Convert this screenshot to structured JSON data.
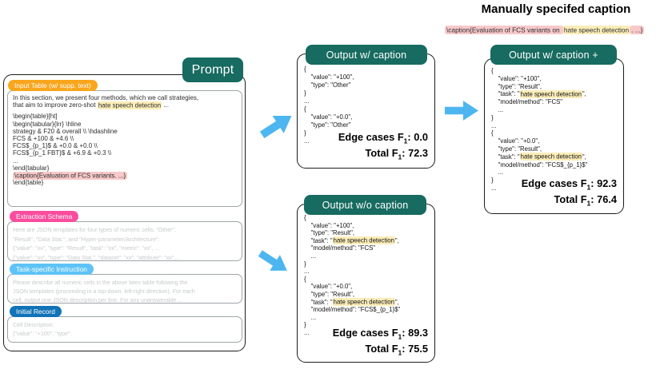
{
  "colors": {
    "teal_header": "#176B60",
    "orange_label": "#F9A61D",
    "magenta_label": "#FA4D9E",
    "sky_label": "#5EC3F6",
    "blue_label": "#1173B7",
    "arrow_blue": "#4DB6F0",
    "highlight_yellow": "#FBEDB9",
    "highlight_pink": "#F7C9CA",
    "placeholder_gray": "#C7CBCD"
  },
  "f1_sub": "1",
  "manual": {
    "heading": "Manually specifed caption",
    "caption_line": [
      [
        [
          "\\caption{Evaluation of FCS variants on ",
          "p"
        ],
        [
          "hate speech detection",
          "y"
        ],
        [
          ". ...}",
          "p"
        ]
      ]
    ]
  },
  "prompt": {
    "tab": "Prompt",
    "input_table": {
      "label": "Input Table (w/ supp. text)",
      "intro_lines": [
        [
          [
            "In this section, we present four methods, which we call strategies,",
            ""
          ]
        ],
        [
          [
            "that aim to improve zero-shot ",
            ""
          ],
          [
            "hate speech detection",
            "y"
          ],
          [
            " ...",
            ""
          ]
        ]
      ],
      "latex_lines": [
        [
          [
            "\\begin{table}[ht]",
            ""
          ]
        ],
        [
          [
            "\\begin{tabular}{lrr} \\hline",
            ""
          ]
        ],
        [
          [
            "strategy & F20 & overall \\\\ \\hdashline",
            ""
          ]
        ],
        [
          [
            "FCS & +100 & +4.6 \\\\",
            ""
          ]
        ],
        [
          [
            "FCS$_{p_1}$ & +0.0 & +0.0 \\\\",
            ""
          ]
        ],
        [
          [
            "FCS$_{p_1 FBT}$ & +6.9 & +0.3 \\\\",
            ""
          ]
        ],
        [
          [
            "...",
            ""
          ]
        ],
        [
          [
            "\\end{tabular}",
            ""
          ]
        ],
        [
          [
            "\\caption{Evaluation of FCS variants. ...}",
            "p"
          ]
        ],
        [
          [
            "\\end{table}",
            ""
          ]
        ]
      ]
    },
    "extraction_schema": {
      "label": "Extraction Schema",
      "lines": [
        [
          [
            "Here are JSON templates for four types of numeric cells: \"Other\",",
            ""
          ]
        ],
        [
          [
            "\"Result\", \"Data Stat.\", and \"Hyper-parameter/Architecture\":",
            ""
          ]
        ],
        [
          [
            "{\"value\": \"xx\", \"type\": \"Result\", \"task\": \"xx\", \"metric\": \"xx\", ...",
            ""
          ]
        ],
        [
          [
            "{\"value\": \"xx\", \"type\": \"Data Stat.\", \"dataset\": \"xx\", \"attribute\": \"xx\",...",
            ""
          ]
        ]
      ]
    },
    "task_instruction": {
      "label": "Task-specific Instruction",
      "lines": [
        [
          [
            "Please describe all numeric cells in the above latex table following the",
            ""
          ]
        ],
        [
          [
            "JSON templates (proceeding in a top-down, left-right direction). For each",
            ""
          ]
        ],
        [
          [
            "cell, output one JSON description per line. For any unanswerable ...",
            ""
          ]
        ]
      ]
    },
    "initial_record": {
      "label": "Initial Record",
      "lines": [
        [
          [
            "Cell Description:",
            ""
          ]
        ],
        [
          [
            "{\"value\": \"+100\", \"type\":",
            ""
          ]
        ]
      ]
    }
  },
  "output_with_caption": {
    "tab": "Output w/ caption",
    "json_lines": [
      [
        [
          "{",
          ""
        ]
      ],
      [
        [
          "    \"value\": \"+100\",",
          ""
        ]
      ],
      [
        [
          "    \"type\": \"Other\"",
          ""
        ]
      ],
      [
        [
          "}",
          ""
        ]
      ],
      [
        [
          "...",
          ""
        ]
      ],
      [
        [
          "{",
          ""
        ]
      ],
      [
        [
          "    \"value\": \"+0.0\",",
          ""
        ]
      ],
      [
        [
          "    \"type\": \"Other\"",
          ""
        ]
      ],
      [
        [
          "}",
          ""
        ]
      ],
      [
        [
          "...",
          ""
        ]
      ]
    ],
    "edge_pre": "Edge cases F",
    "edge_post": ": 0.0",
    "total_pre": "Total F",
    "total_post": ": 72.3"
  },
  "output_without_caption": {
    "tab": "Output w/o caption",
    "json_lines": [
      [
        [
          "{",
          ""
        ]
      ],
      [
        [
          "    \"value\": \"+100\",",
          ""
        ]
      ],
      [
        [
          "    \"type\": \"Result\",",
          ""
        ]
      ],
      [
        [
          "    \"task\": \"",
          ""
        ],
        [
          "hate speech detection",
          "y"
        ],
        [
          "\",",
          ""
        ]
      ],
      [
        [
          "    \"model/method\": \"FCS\"",
          ""
        ]
      ],
      [
        [
          "    ...",
          ""
        ]
      ],
      [
        [
          "}",
          ""
        ]
      ],
      [
        [
          "...",
          ""
        ]
      ],
      [
        [
          "{",
          ""
        ]
      ],
      [
        [
          "    \"value\": \"+0.0\",",
          ""
        ]
      ],
      [
        [
          "    \"type\": \"Result\",",
          ""
        ]
      ],
      [
        [
          "    \"task\": \"",
          ""
        ],
        [
          "hate speech detection",
          "y"
        ],
        [
          "\",",
          ""
        ]
      ],
      [
        [
          "    \"model/method\": \"FCS$_{p_1}$\"",
          ""
        ]
      ],
      [
        [
          "    ...",
          ""
        ]
      ],
      [
        [
          "}",
          ""
        ]
      ],
      [
        [
          "...",
          ""
        ]
      ]
    ],
    "edge_pre": "Edge cases F",
    "edge_post": ": 89.3",
    "total_pre": "Total F",
    "total_post": ": 75.5"
  },
  "output_with_manual_caption": {
    "tab": "Output w/ caption +",
    "json_lines": [
      [
        [
          "{",
          ""
        ]
      ],
      [
        [
          "    \"value\": \"+100\",",
          ""
        ]
      ],
      [
        [
          "    \"type\": \"Result\",",
          ""
        ]
      ],
      [
        [
          "    \"task\": \"",
          ""
        ],
        [
          "hate speech detection",
          "y"
        ],
        [
          "\",",
          ""
        ]
      ],
      [
        [
          "    \"model/method\": \"FCS\"",
          ""
        ]
      ],
      [
        [
          "    ...",
          ""
        ]
      ],
      [
        [
          "}",
          ""
        ]
      ],
      [
        [
          "...",
          ""
        ]
      ],
      [
        [
          "{",
          ""
        ]
      ],
      [
        [
          "    \"value\": \"+0.0\",",
          ""
        ]
      ],
      [
        [
          "    \"type\": \"Result\",",
          ""
        ]
      ],
      [
        [
          "    \"task\": \"",
          ""
        ],
        [
          "hate speech detection",
          "y"
        ],
        [
          "\",",
          ""
        ]
      ],
      [
        [
          "    \"model/method\": \"FCS$_{p_1}$\"",
          ""
        ]
      ],
      [
        [
          "    ...",
          ""
        ]
      ],
      [
        [
          "}",
          ""
        ]
      ],
      [
        [
          "...",
          ""
        ]
      ]
    ],
    "edge_pre": "Edge cases F",
    "edge_post": ": 92.3",
    "total_pre": "Total F",
    "total_post": ": 76.4"
  }
}
